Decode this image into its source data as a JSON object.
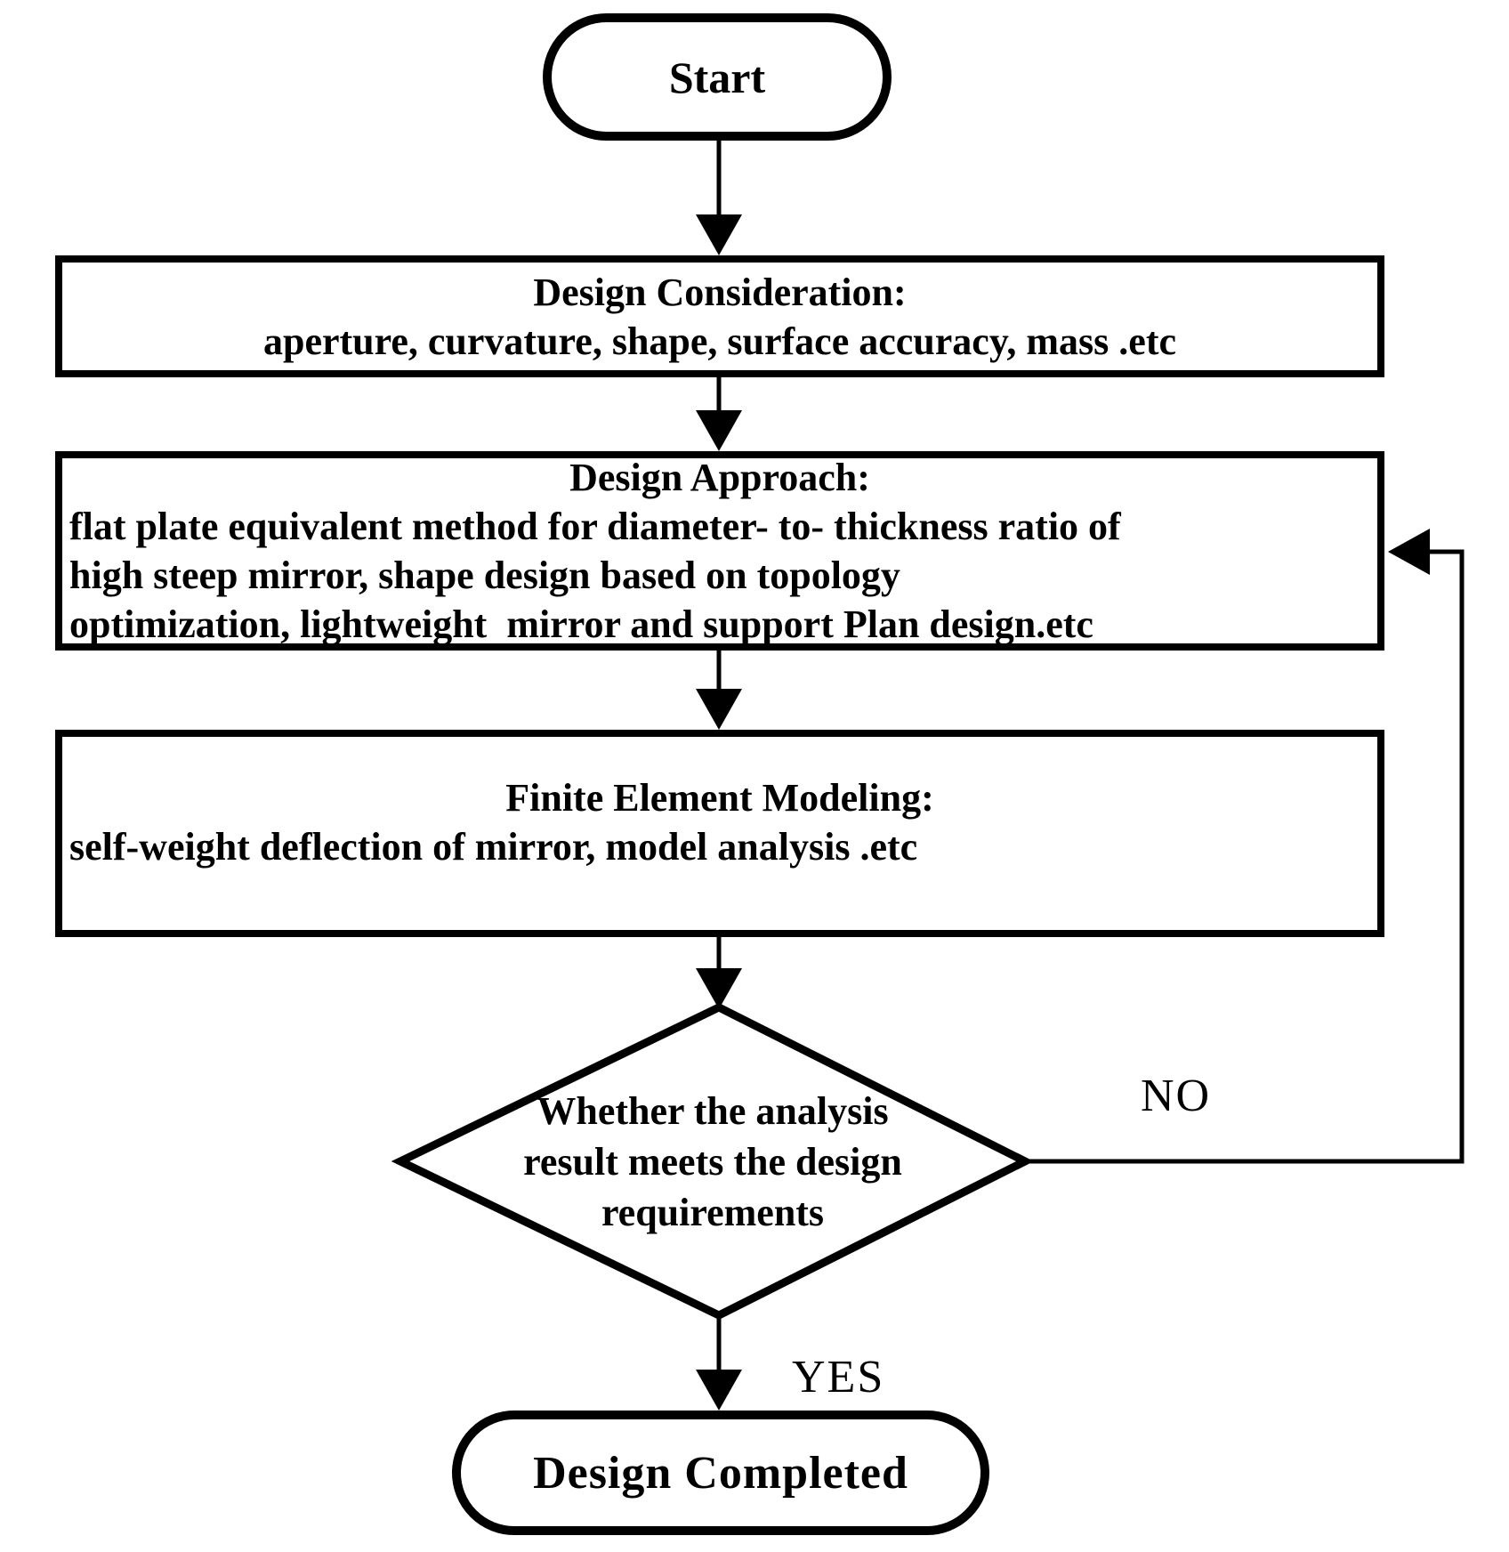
{
  "diagram": {
    "background": "#ffffff",
    "stroke_color": "#000000",
    "nodes": {
      "start": {
        "label": "Start"
      },
      "design_consideration": {
        "title": "Design Consideration:",
        "body": "aperture, curvature, shape, surface accuracy, mass .etc"
      },
      "design_approach": {
        "title": "Design Approach:",
        "body_lines": [
          "flat plate equivalent method for diameter- to- thickness ratio of",
          "high steep mirror, shape design based on topology",
          "optimization, lightweight  mirror and support Plan design.etc"
        ]
      },
      "finite_element_modeling": {
        "title": "Finite Element Modeling:",
        "body": "self-weight deflection of mirror, model analysis .etc"
      },
      "decision": {
        "lines": [
          "Whether the analysis",
          "result meets the design",
          "requirements"
        ]
      },
      "end": {
        "label": "Design Completed"
      }
    },
    "edge_labels": {
      "no": "NO",
      "yes": "YES"
    }
  }
}
